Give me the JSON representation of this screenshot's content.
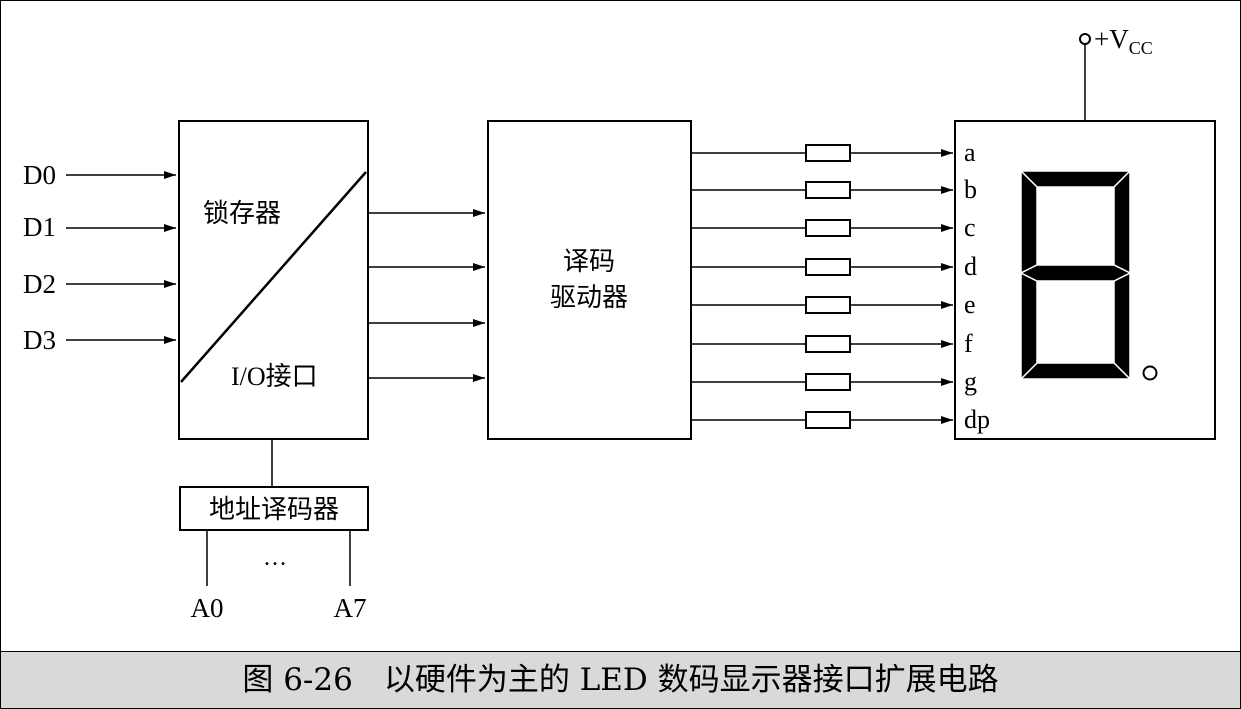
{
  "diagram": {
    "data_inputs": [
      "D0",
      "D1",
      "D2",
      "D3"
    ],
    "latch_block": {
      "top_label": "锁存器",
      "bottom_label": "I/O接口"
    },
    "decoder_block": {
      "line1": "译码",
      "line2": "驱动器"
    },
    "address_decoder": {
      "label": "地址译码器",
      "ellipsis": "…",
      "inputs": [
        "A0",
        "A7"
      ]
    },
    "segments": [
      "a",
      "b",
      "c",
      "d",
      "e",
      "f",
      "g",
      "dp"
    ],
    "vcc": {
      "prefix": "+V",
      "subscript": "CC"
    }
  },
  "caption": "图 6-26　以硬件为主的 LED 数码显示器接口扩展电路"
}
